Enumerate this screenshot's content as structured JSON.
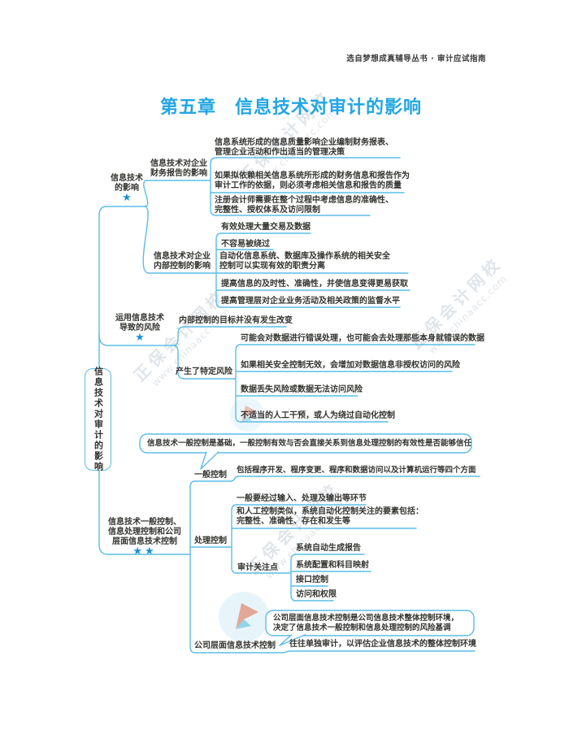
{
  "page": {
    "header": "选自梦想成真辅导丛书 · 审计应试指南",
    "chapter": "第五章",
    "title": "信息技术对审计的影响"
  },
  "watermark": {
    "name": "正保会计网校",
    "url": "www.chinaacc.com"
  },
  "root": {
    "label": "信息技术对审计的影响"
  },
  "branch1": {
    "label": "信息技术\n的影响",
    "star": "★",
    "report": {
      "label": "信息技术对企业\n财务报告的影响",
      "leaves": [
        "信息系统形成的信息质量影响企业编制财务报表、\n管理企业活动和作出适当的管理决策",
        "如果拟依赖相关信息系统所形成的财务信息和报告作为\n审计工作的依据，则必须考虑相关信息和报告的质量",
        "注册会计师需要在整个过程中考虑信息的准确性、\n完整性、授权体系及访问限制"
      ]
    },
    "internal": {
      "label": "信息技术对企业\n内部控制的影响",
      "leaves": [
        "有效处理大量交易及数据",
        "不容易被绕过",
        "自动化信息系统、数据库及操作系统的相关安全\n控制可以实现有效的职责分离",
        "提高信息的及时性、准确性，并使信息变得更易获取",
        "提高管理层对企业业务活动及相关政策的监督水平"
      ]
    }
  },
  "branch2": {
    "label": "运用信息技术\n导致的风险",
    "star": "★",
    "unchanged_leaf": "内部控制的目标并没有发生改变",
    "risk": {
      "label": "产生了特定风险",
      "leaves": [
        "可能会对数据进行错误处理，也可能会去处理那些本身就错误的数据",
        "如果相关安全控制无效，会增加对数据信息非授权访问的风险",
        "数据丢失风险或数据无法访问风险",
        "不适当的人工干预，或人为绕过自动化控制"
      ]
    }
  },
  "branch3": {
    "label": "信息技术一般控制、\n信息处理控制和公司\n层面信息技术控制",
    "stars": "★★",
    "callout": "信息技术一般控制是基础，一般控制有效与否会直接关系到信息处理控制的有效性是否能够信任",
    "general": {
      "label": "一般控制",
      "leaf": "包括程序开发、程序变更、程序和数据访问以及计算机运行等四个方面"
    },
    "processing": {
      "label": "处理控制",
      "leaves": [
        "一般要经过输入、处理及输出等环节",
        "和人工控制类似，系统自动化控制关注的要素包括：\n完整性、准确性、存在和发生等"
      ],
      "focus": {
        "label": "审计关注点",
        "leaves": [
          "系统自动生成报告",
          "系统配置和科目映射",
          "接口控制",
          "访问和权限"
        ]
      }
    },
    "company": {
      "label": "公司层面信息技术控制",
      "callout": "公司层面信息技术控制是公司信息技术整体控制环境，\n决定了信息技术一般控制和信息处理控制的风险基调",
      "leaf": "往往单独审计，以评估企业信息技术的整体控制环境"
    }
  },
  "colors": {
    "line": "#5bbde6",
    "star": "#1b8fdd",
    "title": "#21a6e3"
  }
}
